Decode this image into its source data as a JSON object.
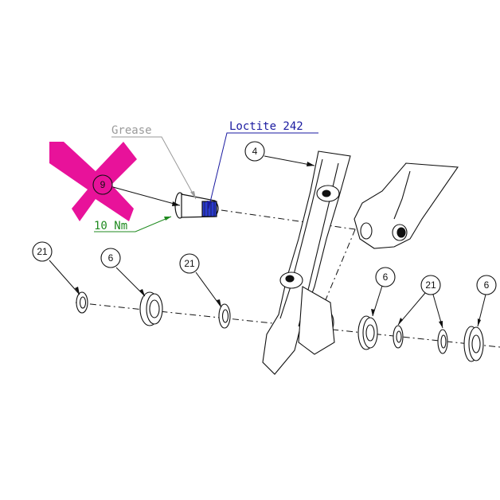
{
  "annotations": {
    "grease": {
      "text": "Grease",
      "color": "#9a9a9a"
    },
    "loctite": {
      "text": "Loctite 242",
      "color": "#1a1aa0"
    },
    "torque": {
      "text": "10 Nm",
      "color": "#1f8a1f"
    }
  },
  "balloons": {
    "b9": "9",
    "b4": "4",
    "b21a": "21",
    "b6a": "6",
    "b21b": "21",
    "b6b": "6",
    "b21c": "21",
    "b6c": "6"
  },
  "colors": {
    "highlight": "#e8129a",
    "line": "#111111",
    "thread": "#2a3ad0"
  },
  "icons": {
    "highlight_marker": "magenta-cross-shape"
  }
}
